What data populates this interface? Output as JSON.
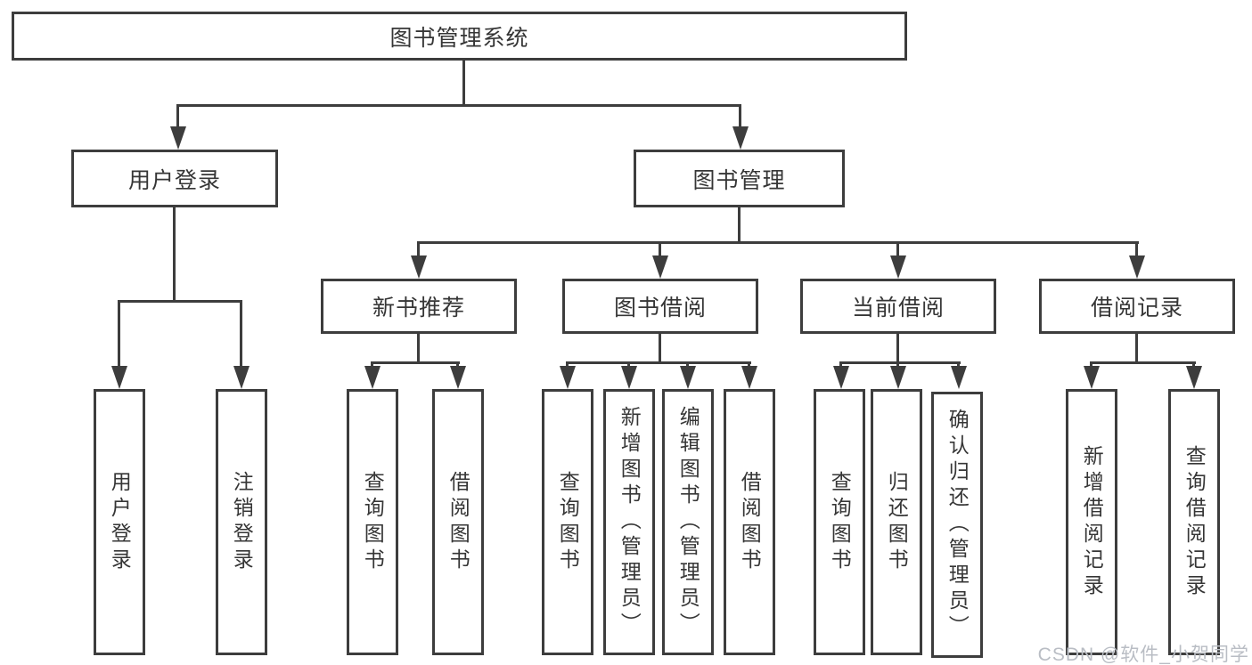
{
  "diagram": {
    "root": {
      "label": "图书管理系统"
    },
    "nodes": {
      "user_login": {
        "label": "用户登录"
      },
      "book_management": {
        "label": "图书管理"
      },
      "new_book_recommend": {
        "label": "新书推荐"
      },
      "book_borrow": {
        "label": "图书借阅"
      },
      "current_borrow": {
        "label": "当前借阅"
      },
      "borrow_records": {
        "label": "借阅记录"
      }
    },
    "leaves": {
      "user_login": {
        "login": "用户登录",
        "logout": "注销登录"
      },
      "new_book_recommend": {
        "query": "查询图书",
        "borrow": "借阅图书"
      },
      "book_borrow": {
        "query": "查询图书",
        "add": "新增图书（管理员）",
        "edit": "编辑图书（管理员）",
        "borrow": "借阅图书"
      },
      "current_borrow": {
        "query": "查询图书",
        "return": "归还图书",
        "confirm": "确认归还（管理员）"
      },
      "borrow_records": {
        "add": "新增借阅记录",
        "query": "查询借阅记录"
      }
    }
  },
  "watermark": {
    "text": "CSDN @软件_小贺同学"
  },
  "colors": {
    "line": "#3d3d3d",
    "text": "#363636",
    "watermark": "#b9bdc4",
    "background": "#ffffff"
  }
}
